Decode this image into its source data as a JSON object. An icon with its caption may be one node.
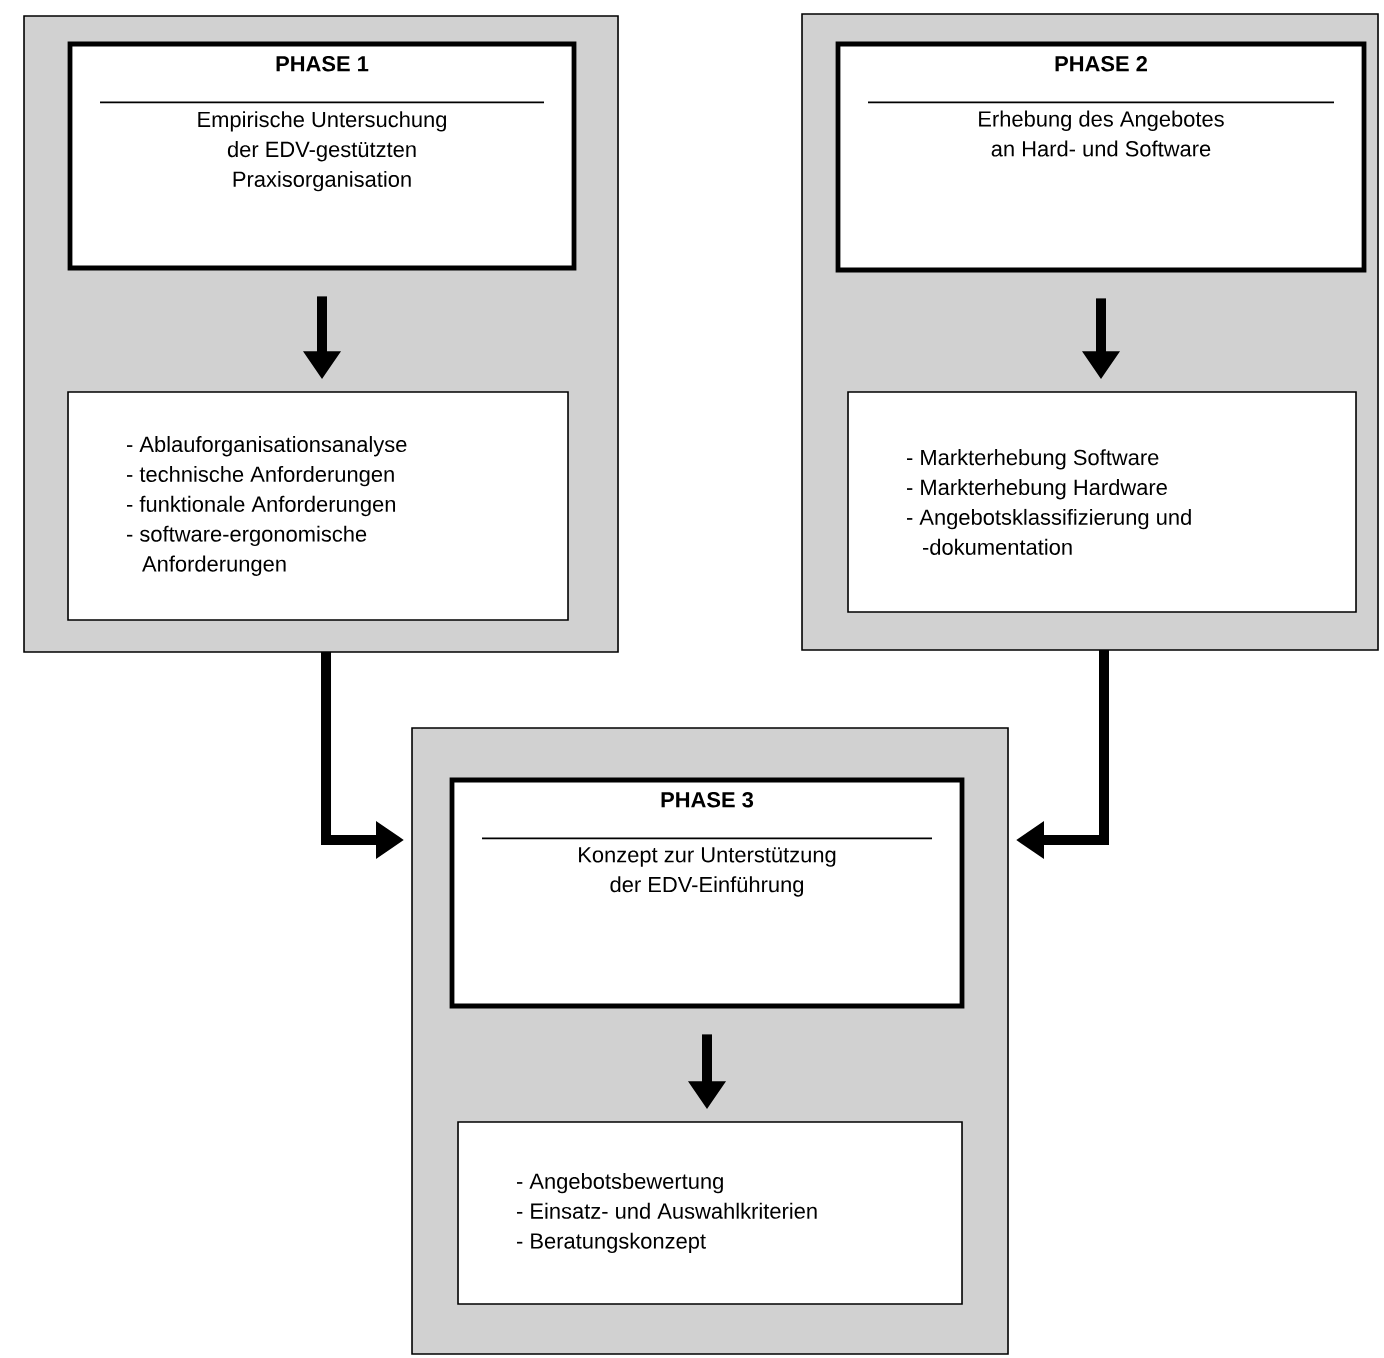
{
  "diagram": {
    "nodes": [
      {
        "text": [],
        "shape": "box"
      },
      {
        "text": [
          "PHASE 1",
          "Empirische Untersuchung der EDV-gestützten Praxisorganisation"
        ],
        "in": 0
      },
      {
        "text": [
          "- Ablauforganisationsanalyse",
          "- technische Anforderungen",
          "- funktionale Anforderungen",
          "- software-ergonomische Anforderungen"
        ],
        "in": 0
      },
      {
        "text": [],
        "shape": "box"
      },
      {
        "text": [
          "PHASE 2",
          "Erhebung des Angebotes an Hard- und Software"
        ],
        "in": 3
      },
      {
        "text": [
          "- Markterhebung Software",
          "- Markterhebung Hardware",
          "- Angebotsklassifizierung und -dokumentation"
        ],
        "in": 3
      },
      {
        "text": [],
        "shape": "box"
      },
      {
        "text": [
          "PHASE 3",
          "Konzept zur Unterstützung der EDV-Einführung"
        ],
        "in": 6
      },
      {
        "text": [
          "- Angebotsbewertung",
          "- Einsatz- und Auswahlkriterien",
          "- Beratungskonzept"
        ],
        "in": 6
      }
    ],
    "edges": [
      {
        "from": 1,
        "to": 2,
        "arrow": "to"
      },
      {
        "from": 4,
        "to": 5,
        "arrow": "to"
      },
      {
        "from": 0,
        "to": 6,
        "arrow": "to"
      },
      {
        "from": 3,
        "to": 6,
        "arrow": "to"
      },
      {
        "from": 7,
        "to": 8,
        "arrow": "to"
      }
    ]
  }
}
